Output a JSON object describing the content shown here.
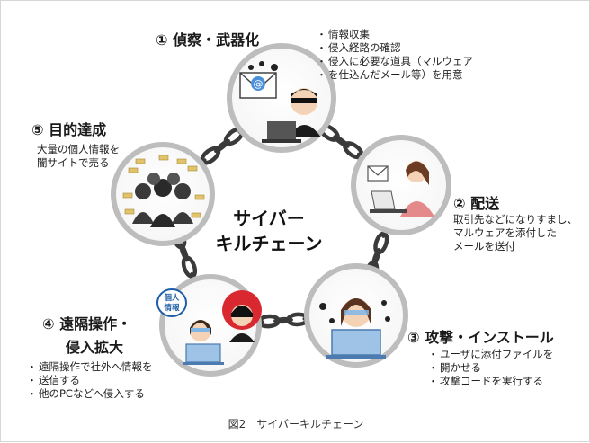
{
  "center": {
    "line1": "サイバー",
    "line2": "キルチェーン"
  },
  "steps": [
    {
      "title": "① 偵察・武器化",
      "bullets": [
        "情報収集",
        "侵入経路の確認",
        "侵入に必要な道具（マルウェア",
        "を仕込んだメール等）を用意"
      ]
    },
    {
      "title": "② 配送",
      "text": [
        "取引先などになりすまし、",
        "マルウェアを添付した",
        "メールを送付"
      ]
    },
    {
      "title": "③ 攻撃・インストール",
      "bullets": [
        "ユーザに添付ファイルを",
        "開かせる",
        "攻撃コードを実行する"
      ]
    },
    {
      "title_line1": "④ 遠隔操作・",
      "title_line2": "侵入拡大",
      "bullets": [
        "遠隔操作で社外へ情報を",
        "送信する",
        "他のPCなどへ侵入する"
      ]
    },
    {
      "title": "⑤ 目的達成",
      "text": [
        "大量の個人情報を",
        "闇サイトで売る"
      ]
    }
  ],
  "badge": {
    "line1": "個人",
    "line2": "情報"
  },
  "caption": "図2　サイバーキルチェーン",
  "colors": {
    "chain": "#3a3a3a",
    "ring": "#bdbdbd",
    "screen": "#9fc3e6"
  },
  "icons": [
    "email-icon",
    "hacker-icon",
    "virus-icon",
    "laptop-icon",
    "money-icon",
    "crowd-icon"
  ]
}
